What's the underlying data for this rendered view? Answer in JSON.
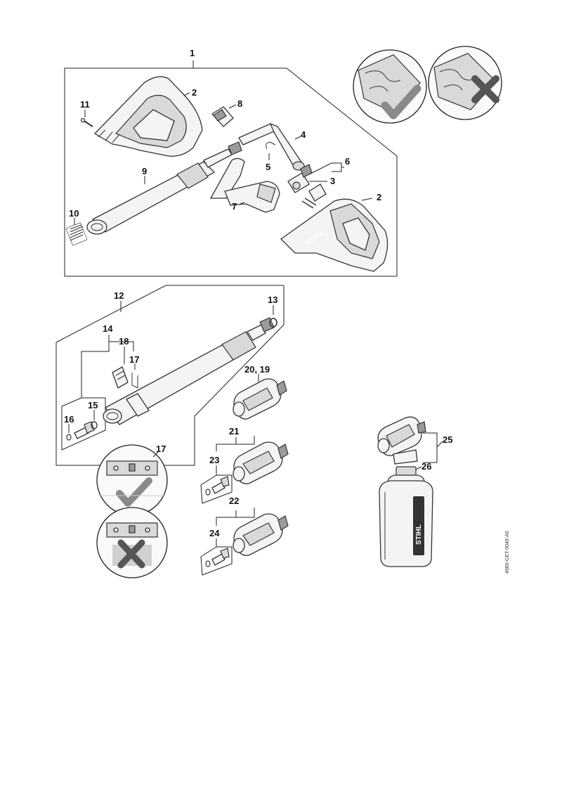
{
  "callouts": {
    "c1": "1",
    "c2a": "2",
    "c2b": "2",
    "c3": "3",
    "c4": "4",
    "c5": "5",
    "c6": "6",
    "c7": "7",
    "c8": "8",
    "c9": "9",
    "c10": "10",
    "c11": "11",
    "c12": "12",
    "c13": "13",
    "c14": "14",
    "c15": "15",
    "c16": "16",
    "c17a": "17",
    "c17b": "17",
    "c18": "18",
    "c19_20": "20, 19",
    "c21": "21",
    "c22": "22",
    "c23": "23",
    "c24": "24",
    "c25": "25",
    "c26": "26"
  },
  "brand_label": "STIHL",
  "document_id": "4960-GET-0045-A0",
  "icons": {
    "correct": "checkmark-icon",
    "incorrect": "cross-icon"
  },
  "colors": {
    "line": "#222222",
    "mark_grey": "#8a8a8a",
    "part_fill": "#f4f4f4"
  }
}
